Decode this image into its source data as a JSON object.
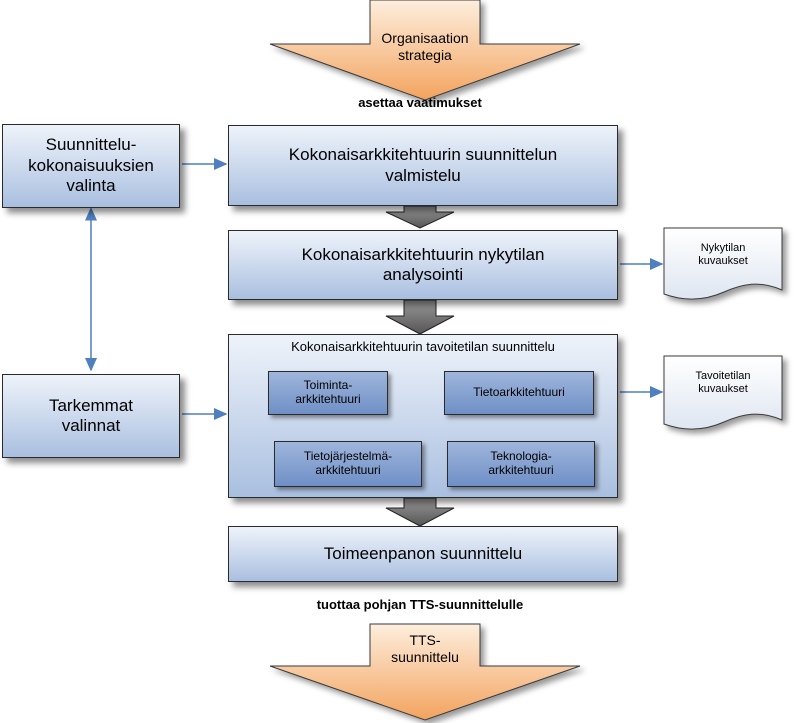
{
  "top_arrow": {
    "line1": "Organisaation",
    "line2": "strategia"
  },
  "label_requirements": "asettaa vaatimukset",
  "left_top": {
    "line1": "Suunnittelu-",
    "line2": "kokonaisuuksien",
    "line3": "valinta"
  },
  "left_bottom": {
    "line1": "Tarkemmat",
    "line2": "valinnat"
  },
  "step1": {
    "line1": "Kokonaisarkkitehtuurin suunnittelun",
    "line2": "valmistelu"
  },
  "step2": {
    "line1": "Kokonaisarkkitehtuurin nykytilan",
    "line2": "analysointi"
  },
  "step3": {
    "title": "Kokonaisarkkitehtuurin tavoitetilan suunnittelu",
    "toiminta": {
      "line1": "Toiminta-",
      "line2": "arkkitehtuuri"
    },
    "tieto": "Tietoarkkitehtuuri",
    "tietojarjestelma": {
      "line1": "Tietojärjestelmä-",
      "line2": "arkkitehtuuri"
    },
    "teknologia": {
      "line1": "Teknologia-",
      "line2": "arkkitehtuuri"
    }
  },
  "step4": "Toimeenpanon suunnittelu",
  "doc1": {
    "line1": "Nykytilan",
    "line2": "kuvaukset"
  },
  "doc2": {
    "line1": "Tavoitetilan",
    "line2": "kuvaukset"
  },
  "label_produces": "tuottaa pohjan TTS-suunnittelulle",
  "bottom_arrow": {
    "line1": "TTS-",
    "line2": "suunnittelu"
  },
  "colors": {
    "connector": "#4f7fbf",
    "arrow_fill_top": "#fbe3cc",
    "arrow_fill_bottom": "#f4a05b",
    "block_arrow": "#6d6d6d"
  }
}
